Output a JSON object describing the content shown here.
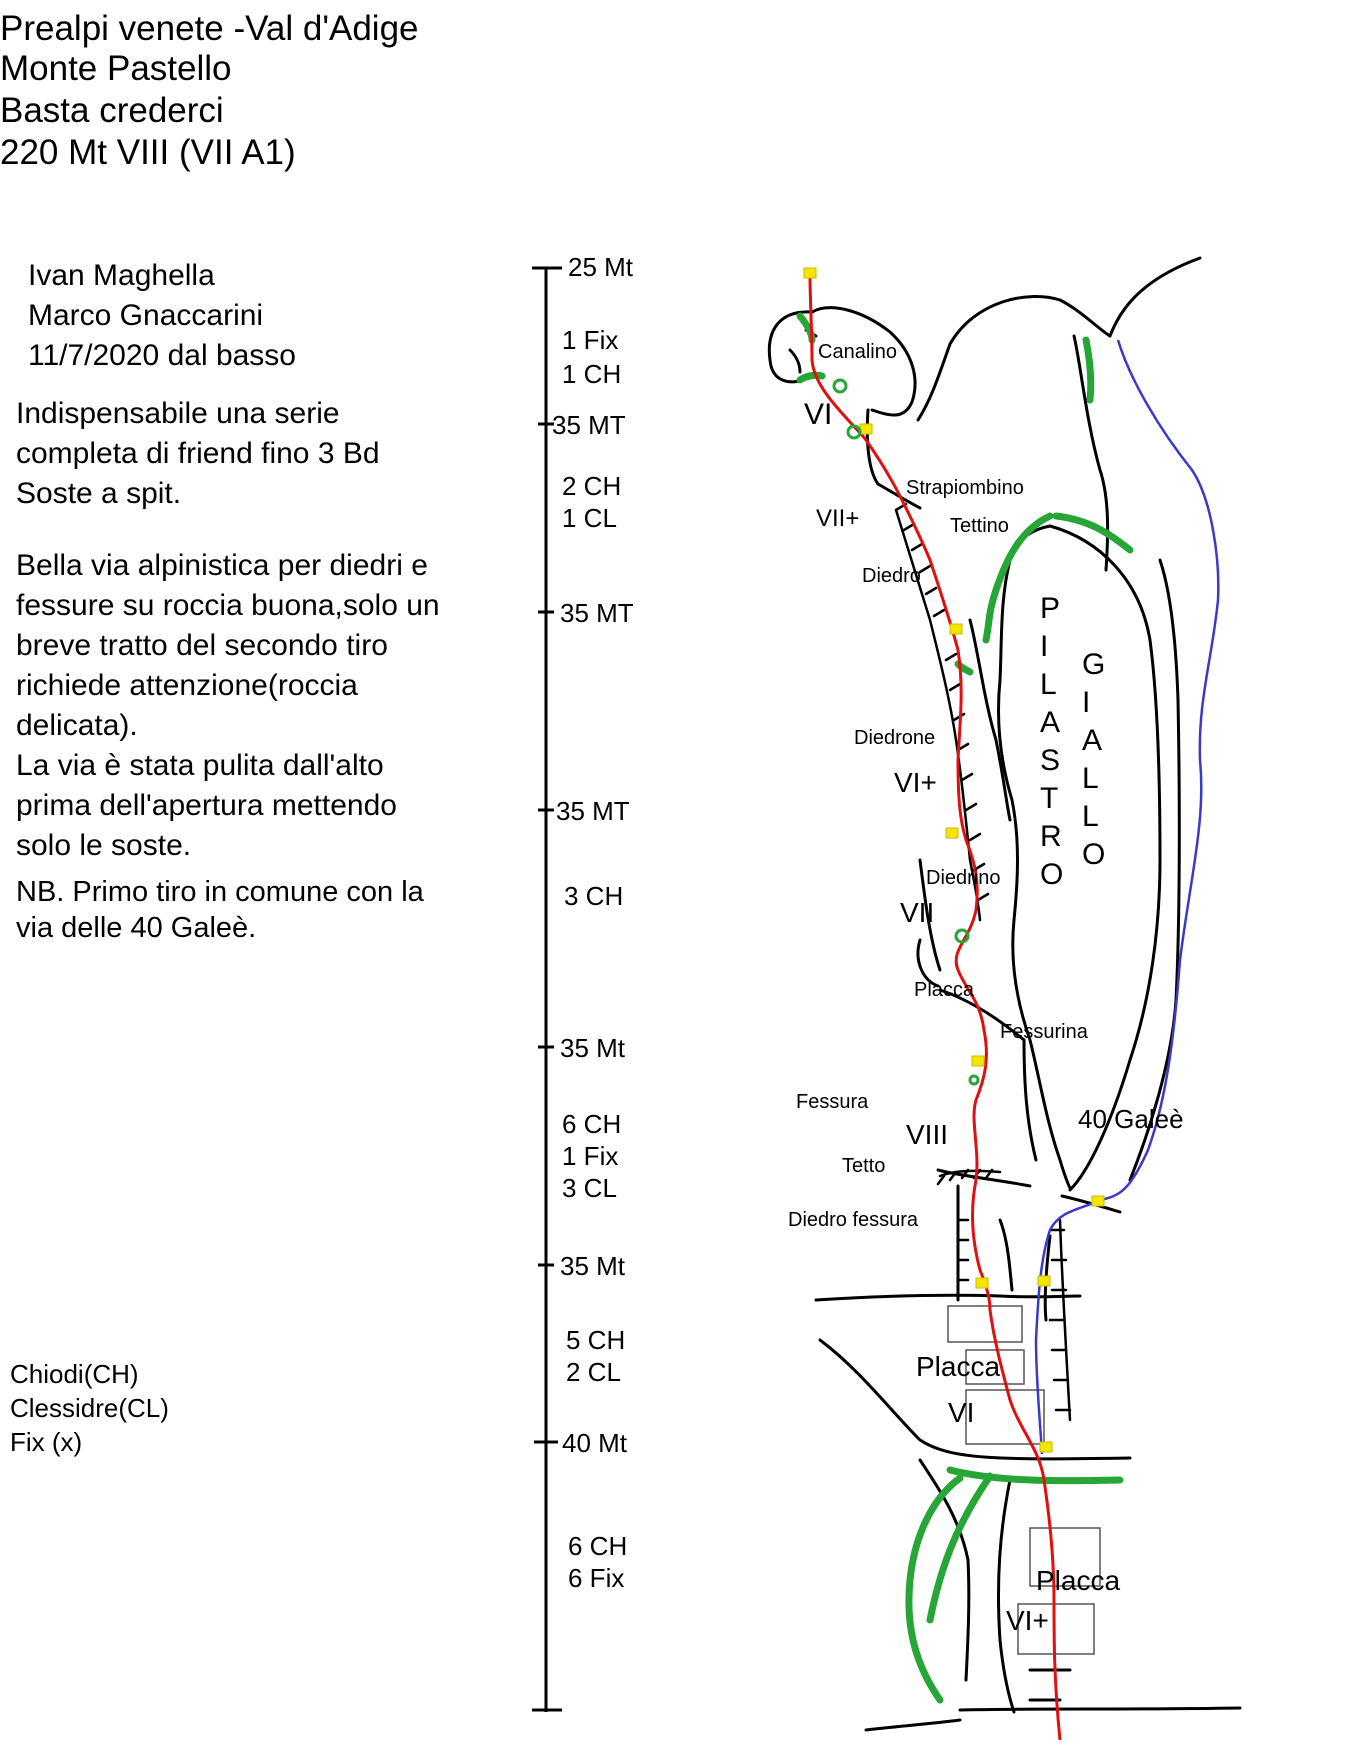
{
  "header": {
    "region": "Prealpi venete -Val d'Adige",
    "peak": "Monte Pastello",
    "route": "Basta crederci",
    "grade": "220 Mt VIII (VII A1)"
  },
  "authors": {
    "name1": "Ivan Maghella",
    "name2": "Marco Gnaccarini",
    "date": "11/7/2020 dal basso"
  },
  "notes": [
    "Indispensabile una serie",
    "completa di friend fino 3 Bd",
    "Soste a spit.",
    "Bella via alpinistica per diedri e",
    "fessure su roccia buona,solo un",
    "breve tratto del secondo tiro",
    "richiede attenzione(roccia",
    "delicata).",
    "La via è stata pulita dall'alto",
    "prima dell'apertura mettendo",
    "solo le soste.",
    "NB. Primo tiro in comune con la",
    "via delle 40 Galeè."
  ],
  "legend": {
    "pitons": "Chiodi(CH)",
    "threads": "Clessidre(CL)",
    "fix": "Fix (x)"
  },
  "pitches": [
    {
      "length": "25 Mt",
      "gear": [
        "1 Fix",
        "1 CH"
      ]
    },
    {
      "length": "35 MT",
      "gear": [
        "2 CH",
        "1 CL"
      ]
    },
    {
      "length": "35 MT",
      "gear": []
    },
    {
      "length": "35 MT",
      "gear": [
        "3 CH"
      ]
    },
    {
      "length": "35 Mt",
      "gear": [
        "6 CH",
        "1 Fix",
        "3 CL"
      ]
    },
    {
      "length": "35 Mt",
      "gear": [
        "5 CH",
        "2 CL"
      ]
    },
    {
      "length": "40 Mt",
      "gear": [
        "6 CH",
        "6 Fix"
      ]
    }
  ],
  "topo_labels": {
    "canalino": "Canalino",
    "grade_vi_top": "VI",
    "strapiombino": "Strapiombino",
    "grade_vii_plus": "VII+",
    "tettino": "Tettino",
    "diedro": "Diedro",
    "pilastro": [
      "P",
      "I",
      "L",
      "A",
      "S",
      "T",
      "R",
      "O"
    ],
    "giallo": [
      "G",
      "I",
      "A",
      "L",
      "L",
      "O"
    ],
    "diedrone": "Diedrone",
    "grade_vi_plus": "VI+",
    "diedrino": "Diedrino",
    "grade_vii": "VII",
    "placca_mid": "Placca",
    "fessurina": "Fessurina",
    "fessura": "Fessura",
    "grade_viii": "VIII",
    "galee": "40 Galeè",
    "tetto": "Tetto",
    "diedro_fessura": "Diedro fessura",
    "placca_low": "Placca",
    "grade_vi_low": "VI",
    "placca_base": "Placca",
    "grade_vi_plus_base": "VI+"
  },
  "colors": {
    "route": "#e01010",
    "other_route": "#3a3ac8",
    "vegetation": "#27a637",
    "belay": "#f5e400",
    "rock": "#000000",
    "box": "#555555"
  }
}
